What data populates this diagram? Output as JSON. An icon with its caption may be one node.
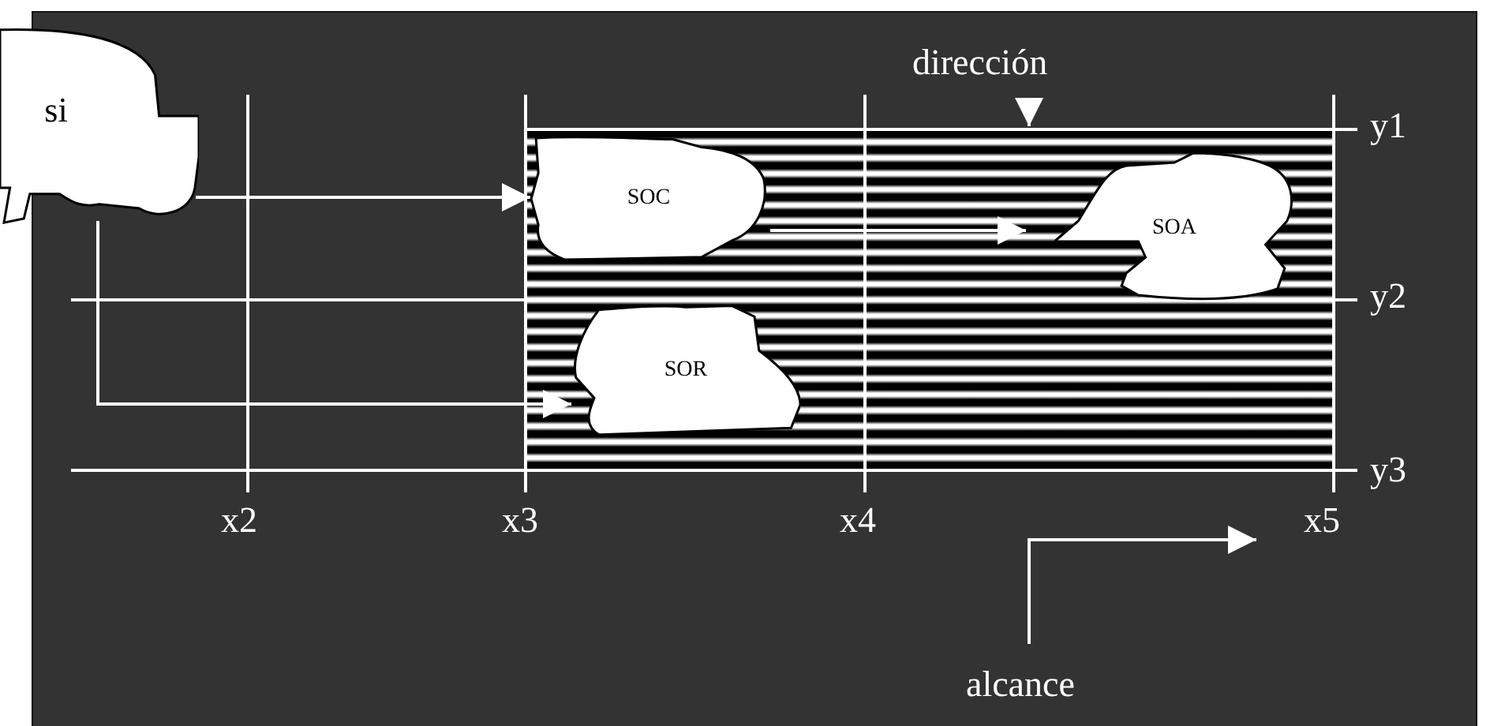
{
  "diagram": {
    "nodes": [
      {
        "text": [
          "si"
        ]
      },
      {
        "text": [
          "SOC"
        ]
      },
      {
        "text": [
          "SOR"
        ]
      },
      {
        "text": [
          "SOA"
        ]
      }
    ],
    "edges": [
      {
        "from": 0,
        "to": 1,
        "arrow": "to"
      },
      {
        "from": 0,
        "to": 2,
        "arrow": "to"
      },
      {
        "from": 1,
        "to": 3,
        "arrow": "to"
      }
    ],
    "labels": [
      "dirección",
      "y1",
      "y2",
      "y3",
      "x2",
      "x3",
      "x4",
      "x5",
      "alcance"
    ]
  }
}
